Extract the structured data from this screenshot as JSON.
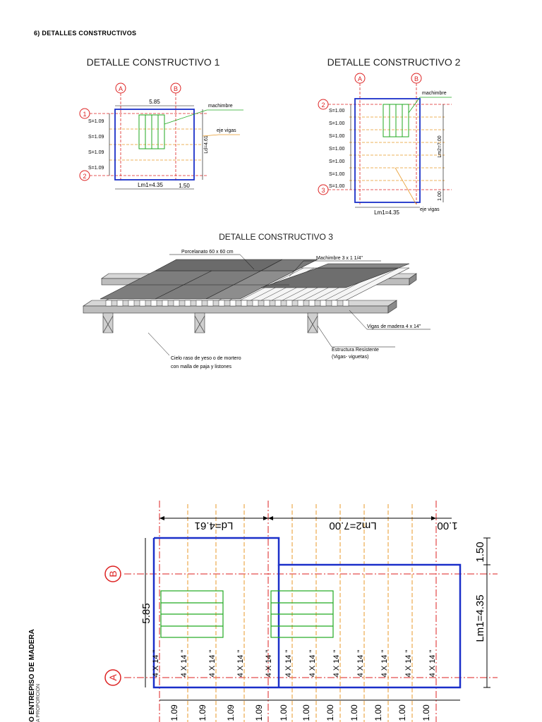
{
  "section_title": "6) DETALLES CONSTRUCTIVOS",
  "detalle1": {
    "title": "DETALLE CONSTRUCTIVO 1",
    "axis_a": "A",
    "axis_b": "B",
    "axis_1": "1",
    "axis_2": "2",
    "width_dim": "5.85",
    "spacings": [
      "S=1.09",
      "S=1.09",
      "S=1.09",
      "S=1.09"
    ],
    "ld": "Ld=4.61",
    "lm1": "Lm1=4.35",
    "overhang": "1.50",
    "machimbre": "machimbre",
    "eje_vigas": "eje vigas"
  },
  "detalle2": {
    "title": "DETALLE CONSTRUCTIVO 2",
    "axis_a": "A",
    "axis_b": "B",
    "axis_2": "2",
    "axis_3": "3",
    "spacings": [
      "S=1.00",
      "S=1.00",
      "S=1.00",
      "S=1.00",
      "S=1.00",
      "S=1.00",
      "S=1.00"
    ],
    "lm2": "Lm2=7.00",
    "end_dim": "1.00",
    "lm1": "Lm1=4.35",
    "machimbre": "machimbre",
    "eje_vigas": "eje vigas"
  },
  "detalle3": {
    "title": "DETALLE CONSTRUCTIVO 3",
    "porcelanato": "Porcelanato 60 x 60 cm",
    "machimbre": "Machimbre 3 x 1 1/4\"",
    "vigas": "Vigas de madera 4 x 14\"",
    "estructura_1": "Estructura Resistente",
    "estructura_2": "(Vigas- viguetas)",
    "cielo_1": "Cielo raso de yeso o de mortero",
    "cielo_2": "con malla de paja y listones"
  },
  "plan": {
    "ld": "Ld=4.61",
    "lm2": "Lm2=7.00",
    "end_dim": "1.00",
    "dim_585": "5.85",
    "dim_150": "1.50",
    "lm1": "Lm1=4.35",
    "axis_a": "A",
    "axis_b": "B",
    "beam_label": "4 X 14 \"",
    "bottom_dims": [
      "1.09",
      "1.09",
      "1.09",
      "1.09",
      "1.00",
      "1.00",
      "1.00",
      "1.00",
      "1.00",
      "1.00",
      "1.00"
    ],
    "side_title": "O ENTREPISO DE MADERA",
    "side_subtitle": "A PROPORCIÓN"
  }
}
